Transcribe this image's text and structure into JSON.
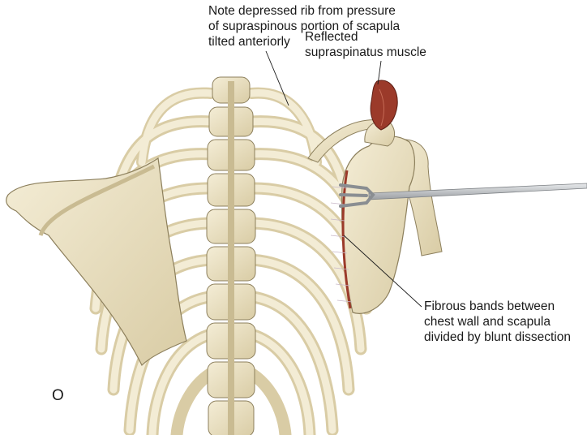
{
  "labels": {
    "depressed_rib": [
      "Note depressed rib from pressure",
      "of supraspinous portion of scapula",
      "tilted anteriorly"
    ],
    "reflected_muscle": [
      "Reflected",
      "supraspinatus muscle"
    ],
    "fibrous_bands": [
      "Fibrous bands between",
      "chest wall and scapula",
      "divided by blunt dissection"
    ],
    "panel_letter": "O"
  },
  "colors": {
    "bone": "#ece3c6",
    "bone_shadow": "#c9bb92",
    "outline": "#8c7f5c",
    "muscle": "#9b3a2a",
    "instrument": "#b8bcc0"
  }
}
